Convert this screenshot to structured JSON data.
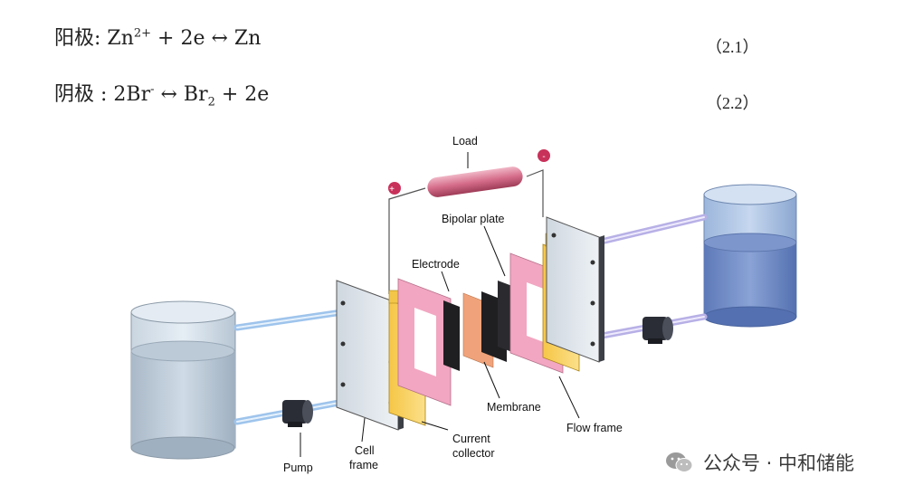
{
  "equations": [
    {
      "prefix": "阳极: Zn",
      "sup": "2+",
      "rest": " + 2e ↔ Zn",
      "number": "（2.1）"
    },
    {
      "prefix": "阴极 : 2Br",
      "sup": "-",
      "mid": " ↔ Br",
      "sub": "2",
      "rest": " + 2e",
      "number": "（2.2）"
    }
  ],
  "diagram": {
    "load": "Load",
    "plus": "+",
    "minus": "-",
    "bipolar_plate": "Bipolar plate",
    "electrode": "Electrode",
    "membrane": "Membrane",
    "flow_frame": "Flow frame",
    "pump": "Pump",
    "cell_frame_line1": "Cell",
    "cell_frame_line2": "frame",
    "current_collector_line1": "Current",
    "current_collector_line2": "collector"
  },
  "watermark": {
    "text": "公众号 · 中和储能",
    "icon": "wechat-icon"
  }
}
